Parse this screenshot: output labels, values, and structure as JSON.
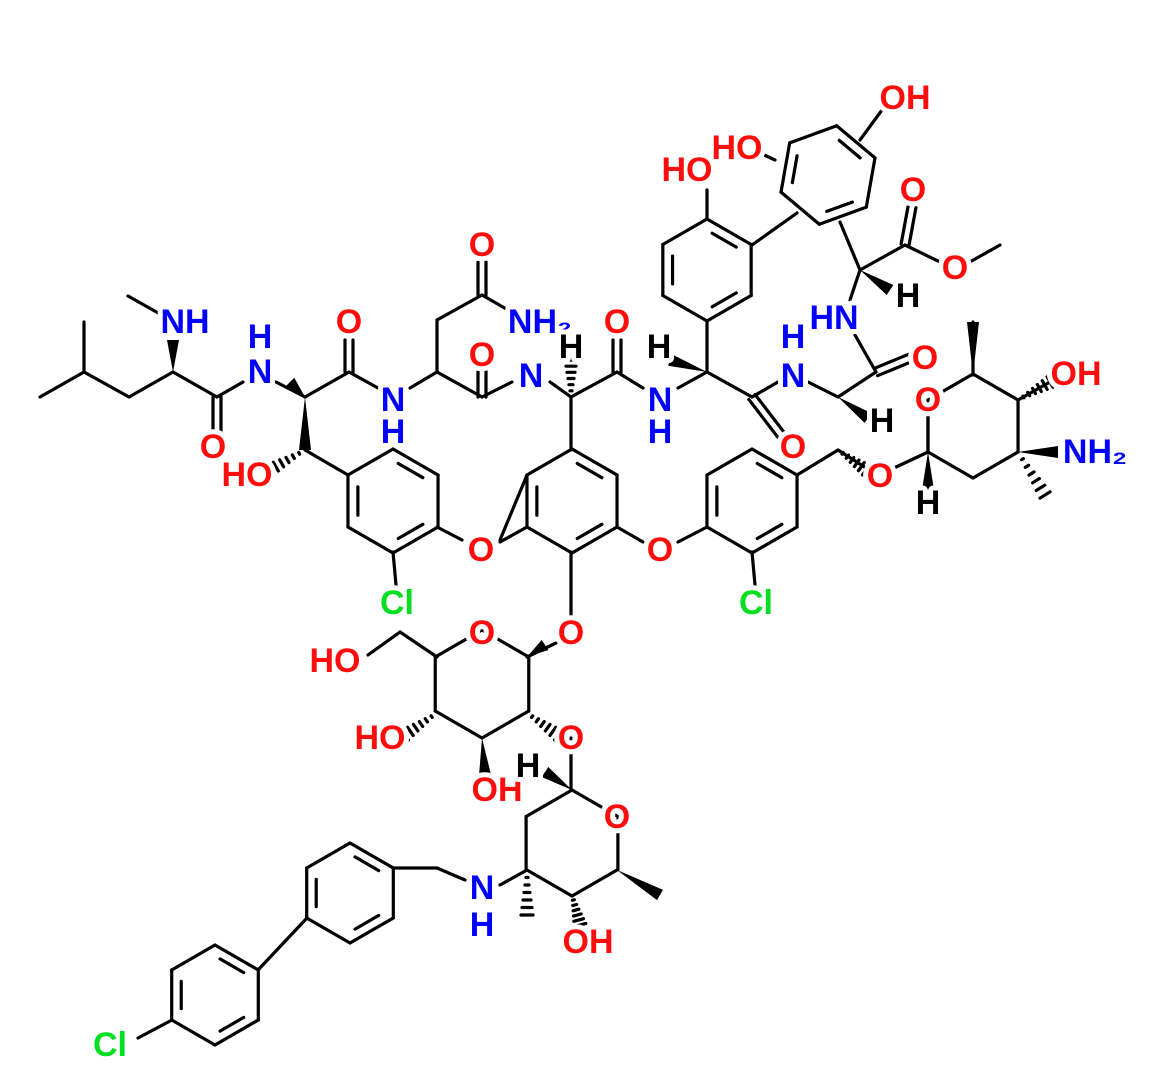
{
  "element_colors": {
    "O": "#ff0d0d",
    "N": "#0000ff",
    "Cl": "#00e020",
    "H": "#000000"
  },
  "atom_labels": [
    {
      "text": "NH",
      "el": "N"
    },
    {
      "text": "H",
      "el": "N"
    },
    {
      "text": "N",
      "el": "N"
    },
    {
      "text": "O",
      "el": "O"
    },
    {
      "text": "O",
      "el": "O"
    },
    {
      "text": "HO",
      "el": "O"
    },
    {
      "text": "N",
      "el": "N"
    },
    {
      "text": "H",
      "el": "N"
    },
    {
      "text": "O",
      "el": "O"
    },
    {
      "text": "NH₂",
      "el": "N"
    },
    {
      "text": "O",
      "el": "O"
    },
    {
      "text": "N",
      "el": "N"
    },
    {
      "text": "H",
      "el": "H"
    },
    {
      "text": "O",
      "el": "O"
    },
    {
      "text": "N",
      "el": "N"
    },
    {
      "text": "H",
      "el": "N"
    },
    {
      "text": "H",
      "el": "H"
    },
    {
      "text": "O",
      "el": "O"
    },
    {
      "text": "N",
      "el": "N"
    },
    {
      "text": "H",
      "el": "N"
    },
    {
      "text": "HN",
      "el": "N"
    },
    {
      "text": "O",
      "el": "O"
    },
    {
      "text": "H",
      "el": "H"
    },
    {
      "text": "HO",
      "el": "O"
    },
    {
      "text": "HO",
      "el": "O"
    },
    {
      "text": "OH",
      "el": "O"
    },
    {
      "text": "O",
      "el": "O"
    },
    {
      "text": "O",
      "el": "O"
    },
    {
      "text": "H",
      "el": "H"
    },
    {
      "text": "O",
      "el": "O"
    },
    {
      "text": "OH",
      "el": "O"
    },
    {
      "text": "NH₂",
      "el": "N"
    },
    {
      "text": "O",
      "el": "O"
    },
    {
      "text": "H",
      "el": "H"
    },
    {
      "text": "Cl",
      "el": "Cl"
    },
    {
      "text": "O",
      "el": "O"
    },
    {
      "text": "O",
      "el": "O"
    },
    {
      "text": "Cl",
      "el": "Cl"
    },
    {
      "text": "O",
      "el": "O"
    },
    {
      "text": "O",
      "el": "O"
    },
    {
      "text": "HO",
      "el": "O"
    },
    {
      "text": "HO",
      "el": "O"
    },
    {
      "text": "OH",
      "el": "O"
    },
    {
      "text": "O",
      "el": "O"
    },
    {
      "text": "H",
      "el": "H"
    },
    {
      "text": "O",
      "el": "O"
    },
    {
      "text": "OH",
      "el": "O"
    },
    {
      "text": "N",
      "el": "N"
    },
    {
      "text": "H",
      "el": "N"
    },
    {
      "text": "Cl",
      "el": "Cl"
    }
  ]
}
